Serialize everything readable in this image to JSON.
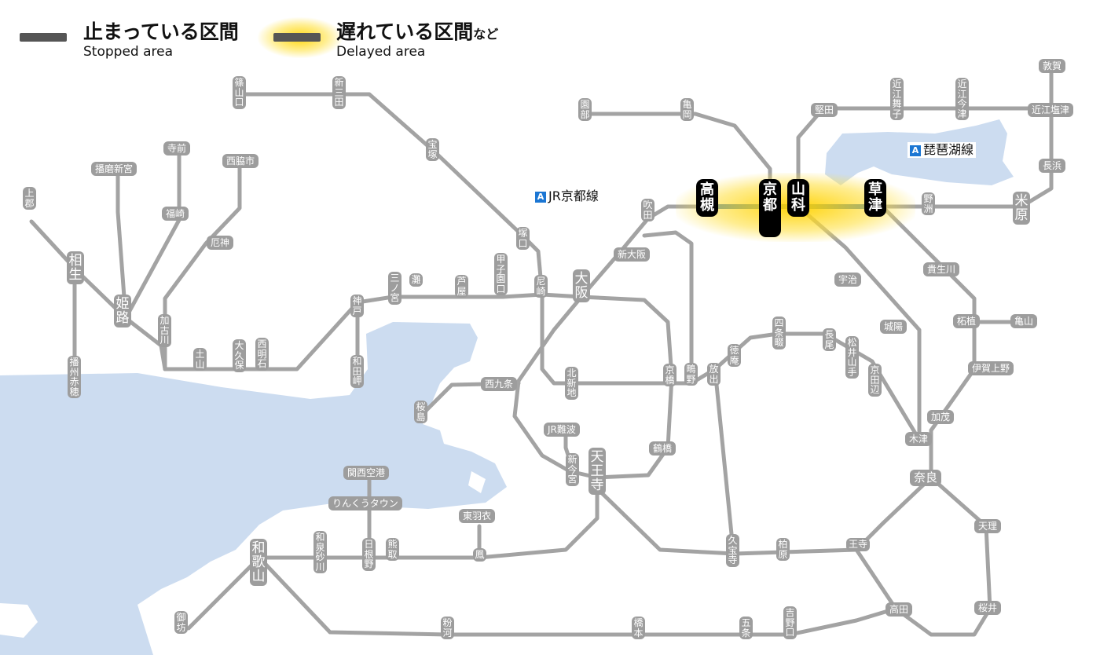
{
  "legend": {
    "stopped_ja": "止まっている区間",
    "stopped_en": "Stopped area",
    "delayed_ja": "遅れている区間",
    "delayed_suffix": "など",
    "delayed_en": "Delayed area"
  },
  "lines": {
    "kyoto": "JR京都線",
    "biwako": "琵琶湖線",
    "badge": "A"
  },
  "colors": {
    "track": "#a3a3a3",
    "station": "#9d9d9d",
    "delay_line": "#1565c0",
    "delay_glow": "#ffd500",
    "water": "#ccdcf0"
  },
  "stations": {
    "tsuruga": "敦賀",
    "omishiotsu": "近江塩津",
    "nagahama": "長浜",
    "maibara": "米原",
    "yasu": "野洲",
    "kusatsu": "草津",
    "yamashina": "山科",
    "kyoto": "京都",
    "takatsuki": "高槻",
    "katata": "堅田",
    "omimaiko": "近江舞子",
    "omiimazu": "近江今津",
    "sonobe": "園部",
    "kameoka": "亀岡",
    "sasayamaguchi": "篠山口",
    "shinsanda": "新三田",
    "takarazuka": "宝塚",
    "tsukaguchi": "塚口",
    "amagasaki": "尼崎",
    "koshienguchi": "甲子園口",
    "ashiya": "芦屋",
    "nada": "灘",
    "sannomiya": "三ノ宮",
    "kobe": "神戸",
    "wadamisaki": "和田岬",
    "nishiakashi": "西明石",
    "okubo": "大久保",
    "tsuchiyama": "土山",
    "kakogawa": "加古川",
    "himeji": "姫路",
    "aioi": "相生",
    "kamigori": "上郡",
    "banshuako": "播州赤穂",
    "harimashinmiya": "播磨新宮",
    "teramae": "寺前",
    "fukusaki": "福崎",
    "nishiwakishi": "西脇市",
    "yakujin": "厄神",
    "suita": "吹田",
    "shinosaka": "新大阪",
    "osaka": "大阪",
    "nishikujo": "西九条",
    "sakurajima": "桜島",
    "kitashinchi": "北新地",
    "kyobashi": "京橋",
    "shigino": "鴫野",
    "hanaten": "放出",
    "tsuruhashi": "鶴橋",
    "jrnamba": "JR難波",
    "shinimamiya": "新今宮",
    "tennoji": "天王寺",
    "kansaiairport": "関西空港",
    "rinkutown": "りんくうタウン",
    "higashihagoromo": "東羽衣",
    "otori": "鳳",
    "hineno": "日根野",
    "kumatori": "熊取",
    "izumisunagawa": "和泉砂川",
    "wakayama": "和歌山",
    "gobo": "御坊",
    "kokawa": "粉河",
    "hashimoto": "橋本",
    "gojo": "五条",
    "yoshinoguchi": "吉野口",
    "takada": "高田",
    "sakurai": "桜井",
    "tenri": "天理",
    "nara": "奈良",
    "oji": "王寺",
    "kashiwara": "柏原",
    "kyuhoji": "久宝寺",
    "tokuan": "徳庵",
    "shijonawate": "四条畷",
    "nagao": "長尾",
    "matsuiyamate": "松井山手",
    "kyotanabe": "京田辺",
    "kizu": "木津",
    "kamo": "加茂",
    "igaueno": "伊賀上野",
    "tsuge": "柘植",
    "kameyama": "亀山",
    "kibukawa": "貴生川",
    "uji": "宇治",
    "joyo": "城陽"
  }
}
